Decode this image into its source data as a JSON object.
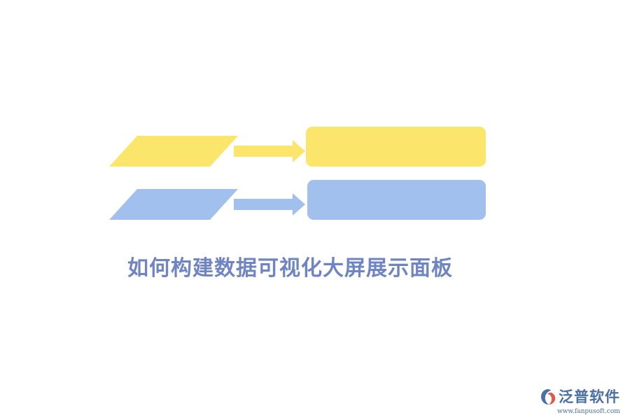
{
  "title": "如何构建数据可视化大屏展示面板",
  "colors": {
    "yellow": "#fce56b",
    "blue": "#a1c0ee",
    "title": "#6f85c3",
    "logo_blue": "#4a6fa5",
    "logo_red": "#e05a4c"
  },
  "diagram": {
    "rows": [
      {
        "name": "row-yellow",
        "color": "yellow",
        "label": ""
      },
      {
        "name": "row-blue",
        "color": "blue",
        "label": ""
      }
    ]
  },
  "logo": {
    "name": "泛普软件",
    "url": "www.fanpusoft.com",
    "icon": "fanpu-logo-icon"
  }
}
